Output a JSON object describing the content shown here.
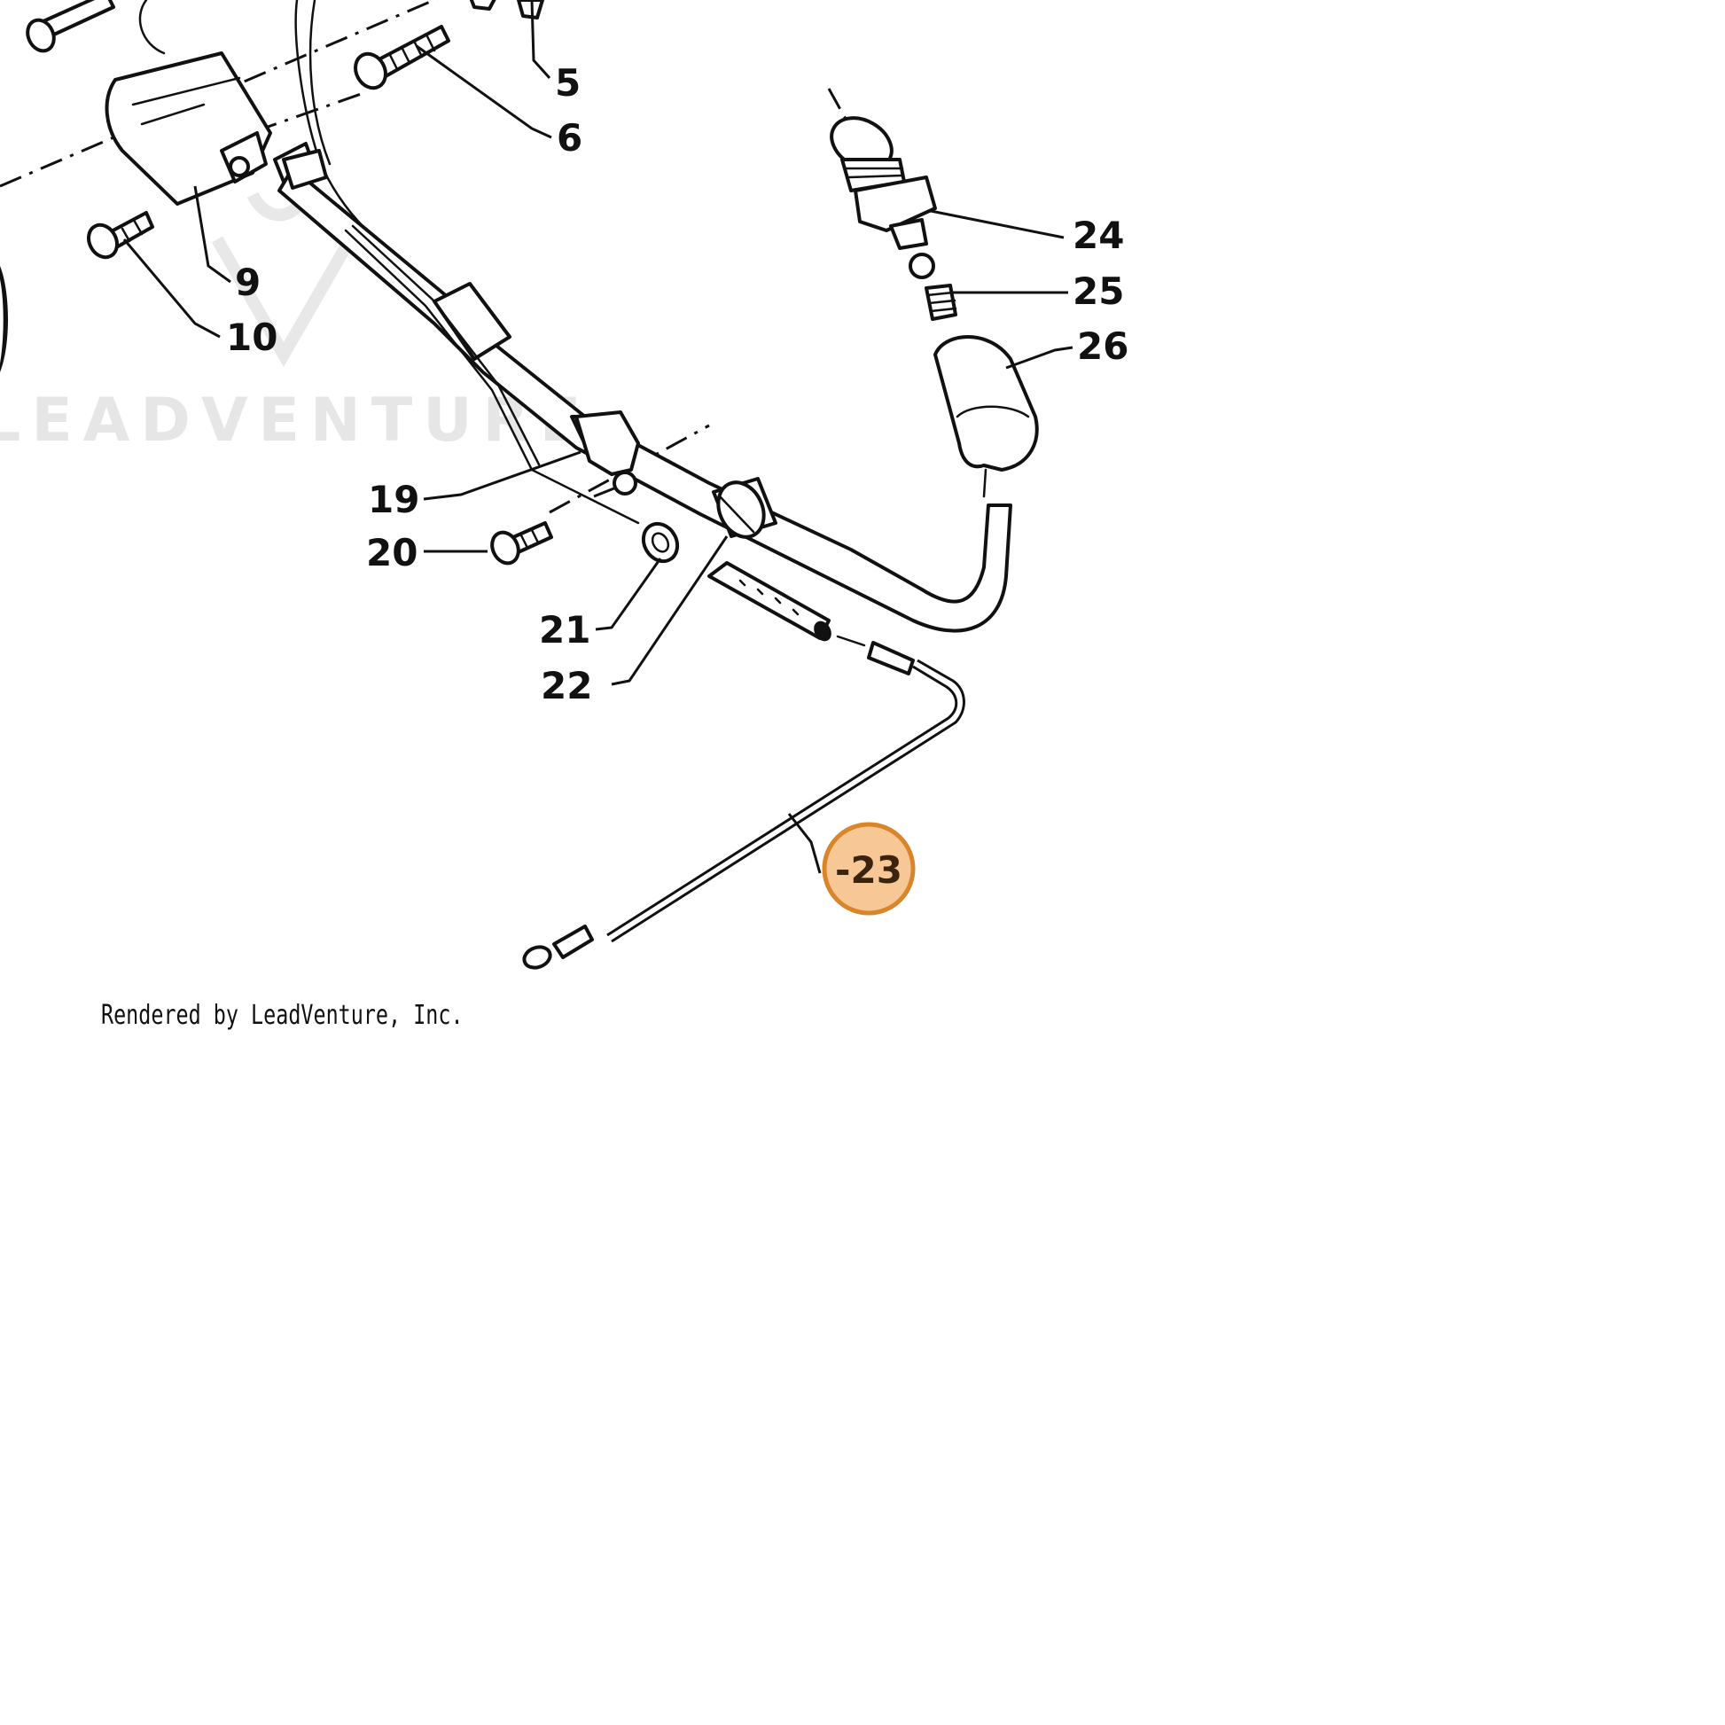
{
  "watermark": {
    "text": "LEADVENTURE",
    "icon": "leadventure-logo-icon"
  },
  "callouts": [
    {
      "label": "5"
    },
    {
      "label": "6"
    },
    {
      "label": "9"
    },
    {
      "label": "10"
    },
    {
      "label": "19"
    },
    {
      "label": "20"
    },
    {
      "label": "21"
    },
    {
      "label": "22"
    },
    {
      "label": "23"
    },
    {
      "label": "24"
    },
    {
      "label": "25"
    },
    {
      "label": "26"
    }
  ],
  "highlight": {
    "label": "-23",
    "fill_color": "#f7c896",
    "stroke_color": "#d9852a"
  },
  "credit": "Rendered by LeadVenture, Inc."
}
